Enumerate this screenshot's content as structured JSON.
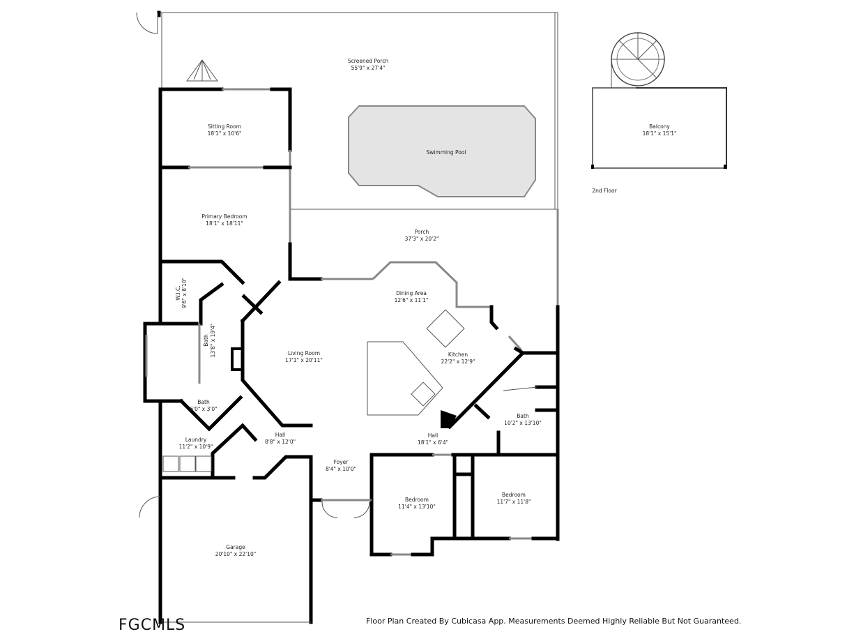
{
  "rooms": {
    "screened_porch": {
      "name": "Screened Porch",
      "size": "55'9\" x 27'4\""
    },
    "sitting_room": {
      "name": "Sitting Room",
      "size": "18'1\" x 10'6\""
    },
    "swimming_pool": {
      "name": "Swimming Pool"
    },
    "balcony": {
      "name": "Balcony",
      "size": "18'1\" x 15'1\""
    },
    "primary_bedroom": {
      "name": "Primary Bedroom",
      "size": "18'1\" x 18'11\""
    },
    "porch": {
      "name": "Porch",
      "size": "37'3\" x 20'2\""
    },
    "wic": {
      "name": "W.I.C.",
      "size": "9'6\" x 8'10\""
    },
    "bath_primary": {
      "name": "Bath",
      "size": "13'8\" x 19'4\""
    },
    "dining_area": {
      "name": "Dining Area",
      "size": "12'6\" x 11'1\""
    },
    "living_room": {
      "name": "Living Room",
      "size": "17'1\" x 20'11\""
    },
    "kitchen": {
      "name": "Kitchen",
      "size": "22'2\" x 12'9\""
    },
    "bath_small": {
      "name": "Bath",
      "size": "6'0\" x 3'0\""
    },
    "bath_right": {
      "name": "Bath",
      "size": "10'2\" x 13'10\""
    },
    "laundry": {
      "name": "Laundry",
      "size": "11'2\" x 10'9\""
    },
    "hall_left": {
      "name": "Hall",
      "size": "8'8\" x 12'0\""
    },
    "hall_right": {
      "name": "Hall",
      "size": "18'1\" x 6'4\""
    },
    "foyer": {
      "name": "Foyer",
      "size": "8'4\" x 10'0\""
    },
    "bedroom_1": {
      "name": "Bedroom",
      "size": "11'4\" x 13'10\""
    },
    "bedroom_2": {
      "name": "Bedroom",
      "size": "11'7\" x 11'8\""
    },
    "garage": {
      "name": "Garage",
      "size": "20'10\" x 22'10\""
    }
  },
  "floor_label": "2nd Floor",
  "footer_note": "Floor Plan Created By Cubicasa App. Measurements Deemed Highly Reliable But Not Guaranteed.",
  "logo": "FGCMLS"
}
